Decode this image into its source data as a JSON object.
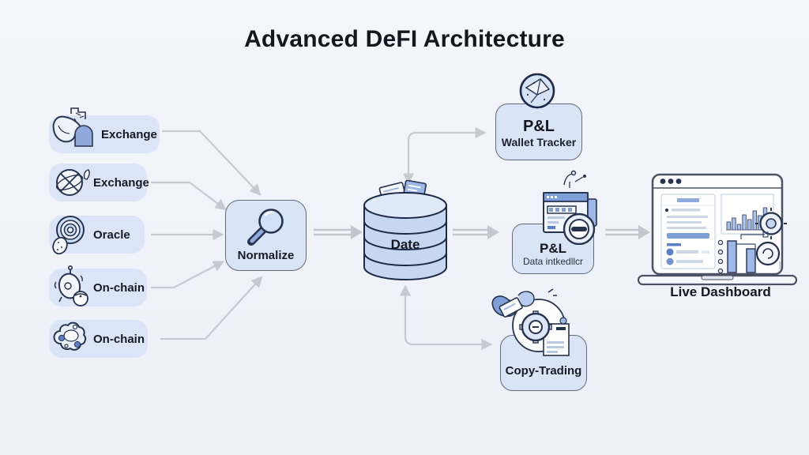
{
  "title": "Advanced DeFI Architecture",
  "sources": [
    {
      "label": "Exchange",
      "icon": "puzzle-handshake-icon"
    },
    {
      "label": "Exchange",
      "icon": "globe-x-icon"
    },
    {
      "label": "Oracle",
      "icon": "target-icon"
    },
    {
      "label": "On-chain",
      "icon": "bell-icon"
    },
    {
      "label": "On-chain",
      "icon": "network-blob-icon"
    }
  ],
  "pipeline": {
    "normalize": {
      "label": "Normalize",
      "icon": "magnifier-icon"
    },
    "database": {
      "label": "Date",
      "icon": "database-cylinder-icon"
    }
  },
  "outputs": {
    "wallet_tracker": {
      "title": "P&L",
      "subtitle": "Wallet Tracker",
      "icon": "clock-globe-icon"
    },
    "pnl_engine": {
      "title": "P&L",
      "subtitle": "Data intkedllcr",
      "icon": "terminal-machine-icon"
    },
    "copy_trading": {
      "label": "Copy-Trading",
      "icon": "gear-document-hand-icon"
    }
  },
  "dashboard": {
    "label": "Live Dashboard",
    "icon": "laptop-icon"
  },
  "colors": {
    "background": "#f1f4f9",
    "node_fill": "#dbe5f7",
    "node_border": "#646b7a",
    "outline_navy": "#26334f",
    "accent_blue": "#7f9fd9",
    "arrow_gray": "#c6c9d2",
    "text_dark": "#14171f"
  }
}
